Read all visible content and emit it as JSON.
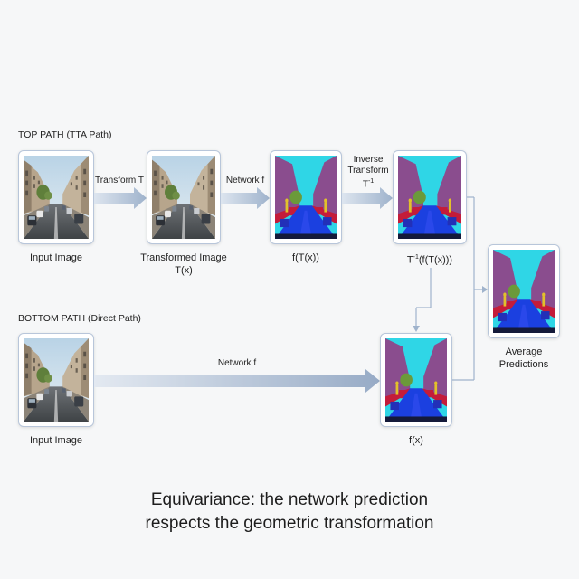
{
  "top_path": {
    "title": "TOP PATH (TTA Path)",
    "input_caption": "Input Image",
    "transform_label": "Transform T",
    "transformed_caption_line1": "Transformed Image",
    "transformed_caption_line2": "T(x)",
    "network_label": "Network f",
    "ftx_caption": "f(T(x))",
    "inverse_label_line1": "Inverse",
    "inverse_label_line2": "Transform",
    "inverse_label_line3": "T",
    "inverse_label_sup": "-1",
    "inverse_caption_prefix": "T",
    "inverse_caption_sup": "-1",
    "inverse_caption_rest": "(f(T(x)))"
  },
  "bottom_path": {
    "title": "BOTTOM PATH (Direct Path)",
    "input_caption": "Input Image",
    "network_label": "Network f",
    "fx_caption": "f(x)"
  },
  "average": {
    "caption_line1": "Average",
    "caption_line2": "Predictions"
  },
  "footer": {
    "line1": "Equivariance: the network prediction",
    "line2": "respects the geometric transformation"
  },
  "colors": {
    "arrow": "#a9b9cf",
    "connector": "#9fb3cc",
    "card_border": "#b8c6da",
    "seg_sky": "#2fd6e6",
    "seg_building": "#8a4d8e",
    "seg_road": "#1b40e0",
    "seg_car": "#2230b8",
    "seg_vegetation": "#6b9a3a",
    "seg_sidewalk": "#c41c3a",
    "seg_person": "#e2c12a"
  }
}
